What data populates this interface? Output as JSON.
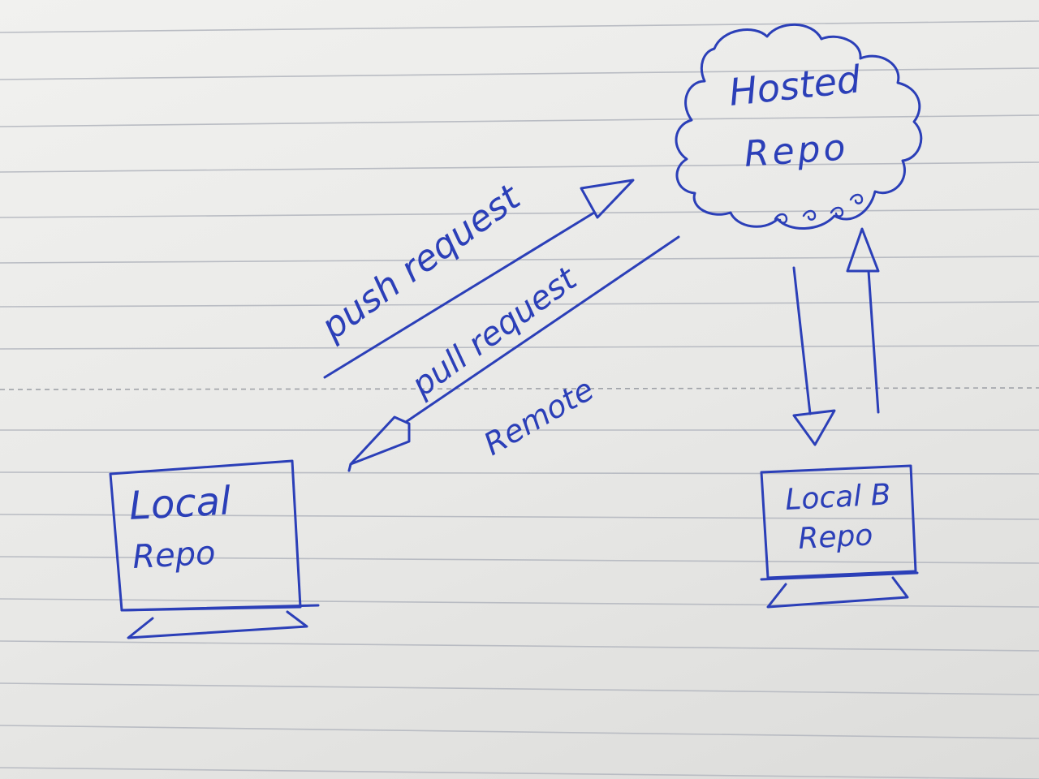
{
  "diagram": {
    "hosted_repo": {
      "line1": "Hosted",
      "line2": "Repo"
    },
    "local_repo": {
      "line1": "Local",
      "line2": "Repo"
    },
    "local_repo_b": {
      "line1": "Local B",
      "line2": "Repo"
    },
    "labels": {
      "push": "push request",
      "pull": "pull request",
      "remote": "Remote"
    }
  },
  "colors": {
    "ink": "#2b3fb8",
    "paper": "#efefed",
    "rule": "#b9bcc3"
  }
}
